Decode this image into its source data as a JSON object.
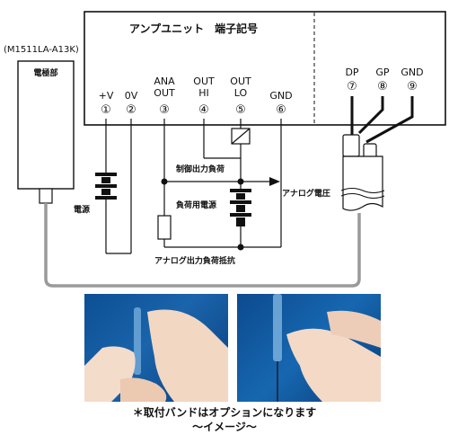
{
  "amp_box": {
    "title": "アンプユニット　端子記号"
  },
  "electrode": {
    "model": "(M1511LA-A13K)",
    "label": "電極部"
  },
  "terminals": [
    {
      "id": "1",
      "label_top": "",
      "label_bottom": "+V",
      "number": "①"
    },
    {
      "id": "2",
      "label_top": "",
      "label_bottom": "0V",
      "number": "②"
    },
    {
      "id": "3",
      "label_top": "ANA",
      "label_bottom": "OUT",
      "number": "③"
    },
    {
      "id": "4",
      "label_top": "OUT",
      "label_bottom": "HI",
      "number": "④"
    },
    {
      "id": "5",
      "label_top": "OUT",
      "label_bottom": "LO",
      "number": "⑤"
    },
    {
      "id": "6",
      "label_top": "",
      "label_bottom": "GND",
      "number": "⑥"
    },
    {
      "id": "7",
      "label_top": "DP",
      "label_bottom": "",
      "number": "⑦"
    },
    {
      "id": "8",
      "label_top": "GP",
      "label_bottom": "",
      "number": "⑧"
    },
    {
      "id": "9",
      "label_top": "GND",
      "label_bottom": "",
      "number": "⑨"
    }
  ],
  "circuit": {
    "power_supply": "電源",
    "control_output_load": "制御出力負荷",
    "load_power_supply": "負荷用電源",
    "analog_voltage": "アナログ電圧",
    "analog_output_load_resistor": "アナログ出力負荷抵抗"
  },
  "captions": {
    "note": "＊取付バンドはオプションになります",
    "image": "～イメージ～"
  },
  "colors": {
    "photo_background": "#1461a8",
    "wire": "#9a9a9a",
    "line": "#111111"
  }
}
